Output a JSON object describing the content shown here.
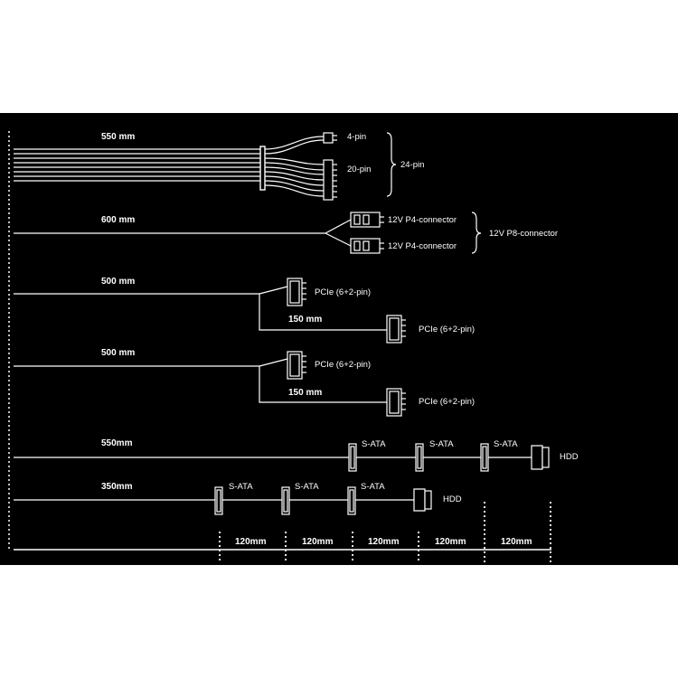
{
  "diagram": {
    "colors": {
      "background": "#000000",
      "line": "#ffffff",
      "page": "#ffffff"
    },
    "cables": [
      {
        "length": "550 mm",
        "connectors": [
          "4-pin",
          "20-pin"
        ],
        "group": "24-pin"
      },
      {
        "length": "600 mm",
        "connectors": [
          "12V P4-connector",
          "12V P4-connector"
        ],
        "group": "12V P8-connector"
      },
      {
        "length": "500 mm",
        "connectors": [
          "PCIe (6+2-pin)",
          "PCIe (6+2-pin)"
        ],
        "branch_length": "150 mm"
      },
      {
        "length": "500 mm",
        "connectors": [
          "PCIe (6+2-pin)",
          "PCIe (6+2-pin)"
        ],
        "branch_length": "150 mm"
      },
      {
        "length": "550mm",
        "connectors": [
          "S-ATA",
          "S-ATA",
          "S-ATA",
          "HDD"
        ]
      },
      {
        "length": "350mm",
        "connectors": [
          "S-ATA",
          "S-ATA",
          "S-ATA",
          "HDD"
        ]
      }
    ],
    "scale": [
      "120mm",
      "120mm",
      "120mm",
      "120mm",
      "120mm"
    ]
  }
}
